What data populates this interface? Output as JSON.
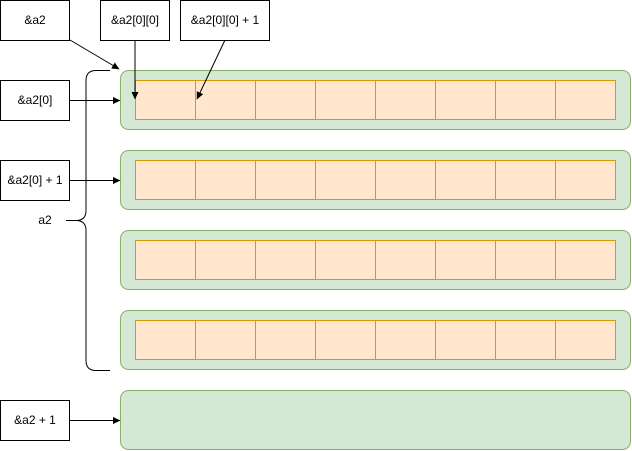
{
  "labels": {
    "a2_addr": "&a2",
    "a2_00_addr": "&a2[0][0]",
    "a2_00_plus1": "&a2[0][0] + 1",
    "a2_0_addr": "&a2[0]",
    "a2_0_plus1": "&a2[0] + 1",
    "a2_name": "a2",
    "a2_plus1": "&a2 + 1"
  },
  "structure": {
    "rows": 4,
    "cells_per_row": 8,
    "extra_block_after_array": true
  },
  "colors": {
    "row_fill": "#d5e8d4",
    "row_stroke": "#82b366",
    "cell_fill": "#ffe6cc",
    "cell_stroke": "#d79b00",
    "box_stroke": "#000000",
    "arrow": "#000000"
  }
}
